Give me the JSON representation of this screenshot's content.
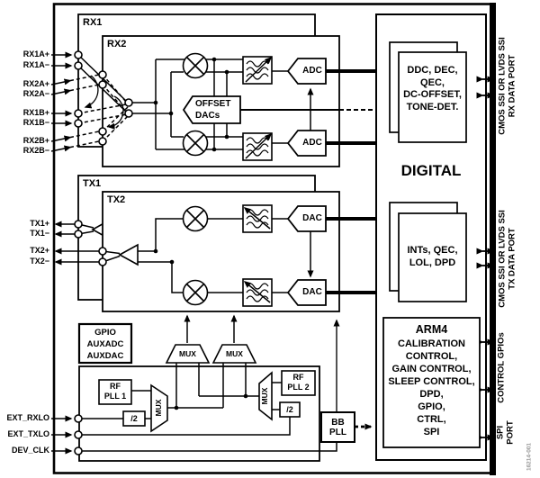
{
  "figure": {
    "code": "16214-001"
  },
  "pins": {
    "rx1a_p": "RX1A+",
    "rx1a_n": "RX1A−",
    "rx2a_p": "RX2A+",
    "rx2a_n": "RX2A−",
    "rx1b_p": "RX1B+",
    "rx1b_n": "RX1B−",
    "rx2b_p": "RX2B+",
    "rx2b_n": "RX2B−",
    "tx1_p": "TX1+",
    "tx1_n": "TX1−",
    "tx2_p": "TX2+",
    "tx2_n": "TX2−",
    "ext_rxlo": "EXT_RXLO",
    "ext_txlo": "EXT_TXLO",
    "dev_clk": "DEV_CLK"
  },
  "rx": {
    "box1": "RX1",
    "box2": "RX2",
    "offset_line1": "OFFSET",
    "offset_line2": "DACs",
    "adc": "ADC"
  },
  "tx": {
    "box1": "TX1",
    "box2": "TX2",
    "dac": "DAC"
  },
  "digital": {
    "title": "DIGITAL",
    "rx_card": {
      "l1": "DDC, DEC,",
      "l2": "QEC,",
      "l3": "DC-OFFSET,",
      "l4": "TONE-DET."
    },
    "tx_card": {
      "l1": "INTs, QEC,",
      "l2": "LOL, DPD"
    },
    "arm": {
      "title": "ARM4",
      "l1": "CALIBRATION",
      "l2": "CONTROL,",
      "l3": "GAIN CONTROL,",
      "l4": "SLEEP CONTROL,",
      "l5": "DPD,",
      "l6": "GPIO,",
      "l7": "CTRL,",
      "l8": "SPI"
    }
  },
  "aux": {
    "l1": "GPIO",
    "l2": "AUXADC",
    "l3": "AUXDAC"
  },
  "synth": {
    "rf_pll1_l1": "RF",
    "rf_pll1_l2": "PLL 1",
    "rf_pll2_l1": "RF",
    "rf_pll2_l2": "PLL 2",
    "div2": "/2",
    "mux": "MUX",
    "bb_pll_l1": "BB",
    "bb_pll_l2": "PLL"
  },
  "ports": {
    "rx_l1": "CMOS SSI OR LVDS SSI",
    "rx_l2": "RX DATA PORT",
    "tx_l1": "CMOS SSI OR LVDS SSI",
    "tx_l2": "TX DATA PORT",
    "control_gpios": "CONTROL GPIOs",
    "spi_l1": "SPI",
    "spi_l2": "PORT"
  }
}
